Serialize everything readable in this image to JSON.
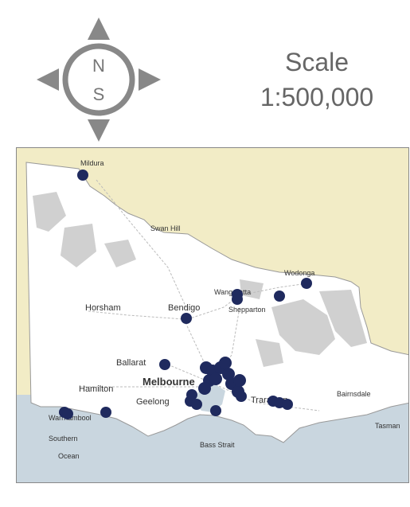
{
  "compass": {
    "north_letter": "N",
    "south_letter": "S"
  },
  "scale": {
    "label": "Scale",
    "value": "1:500,000"
  },
  "map": {
    "region": "Victoria",
    "colors": {
      "land": "#ffffff",
      "outside_land": "#f2ecc6",
      "sea": "#c9d6df",
      "bay": "#c9d6df",
      "shade": "#d0d0d0",
      "marker": "#1f2a5e",
      "roads": "#bbbbbb"
    },
    "place_labels": [
      {
        "id": "mildura",
        "text": "Mildura",
        "size": "small"
      },
      {
        "id": "swan-hill",
        "text": "Swan Hill",
        "size": "small"
      },
      {
        "id": "wodonga",
        "text": "Wodonga",
        "size": "small"
      },
      {
        "id": "wangaratta",
        "text": "Wangaratta",
        "size": "small"
      },
      {
        "id": "shepparton",
        "text": "Shepparton",
        "size": "small"
      },
      {
        "id": "horsham",
        "text": "Horsham",
        "size": "medium"
      },
      {
        "id": "bendigo",
        "text": "Bendigo",
        "size": "medium"
      },
      {
        "id": "ballarat",
        "text": "Ballarat",
        "size": "medium"
      },
      {
        "id": "melbourne",
        "text": "Melbourne",
        "size": "large"
      },
      {
        "id": "hamilton",
        "text": "Hamilton",
        "size": "medium"
      },
      {
        "id": "geelong",
        "text": "Geelong",
        "size": "medium"
      },
      {
        "id": "warrnambool",
        "text": "Warrnambool",
        "size": "small"
      },
      {
        "id": "traralgon",
        "text": "Traralgon",
        "size": "medium"
      },
      {
        "id": "bairnsdale",
        "text": "Bairnsdale",
        "size": "small"
      },
      {
        "id": "bass-strait",
        "text": "Bass Strait",
        "size": "small"
      },
      {
        "id": "southern-ocean-1",
        "text": "Southern",
        "size": "small"
      },
      {
        "id": "southern-ocean-2",
        "text": "Ocean",
        "size": "small"
      },
      {
        "id": "tasman",
        "text": "Tasman",
        "size": "small"
      }
    ],
    "markers": [
      {
        "near": "mildura"
      },
      {
        "near": "wodonga"
      },
      {
        "near": "wangaratta"
      },
      {
        "near": "shepparton"
      },
      {
        "near": "bendigo"
      },
      {
        "near": "ballarat"
      },
      {
        "near": "warrnambool"
      },
      {
        "near": "warrnambool-east"
      },
      {
        "near": "melbourne"
      },
      {
        "near": "geelong"
      },
      {
        "near": "traralgon"
      }
    ]
  }
}
